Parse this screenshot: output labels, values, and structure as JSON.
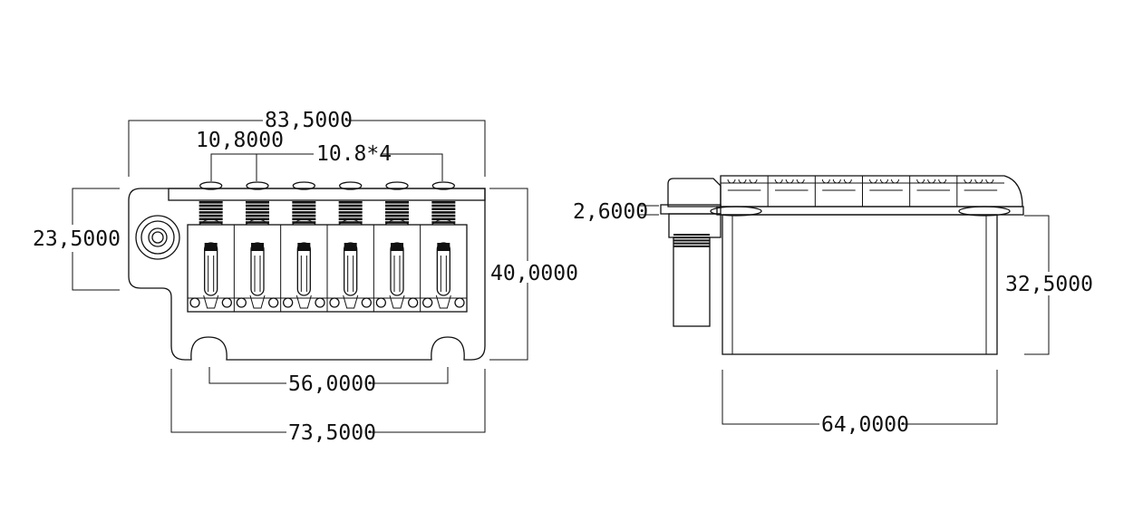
{
  "dimensions": {
    "overall_width": "83,5000",
    "saddle_spacing": "10,8000",
    "saddle_spacing_x4": "10.8*4",
    "height_left": "23,5000",
    "height_right": "40,0000",
    "stud_spacing": "56,0000",
    "base_width": "73,5000",
    "screw_offset": "2,6000",
    "block_height": "32,5000",
    "block_width": "64,0000"
  },
  "saddle_count": 6
}
